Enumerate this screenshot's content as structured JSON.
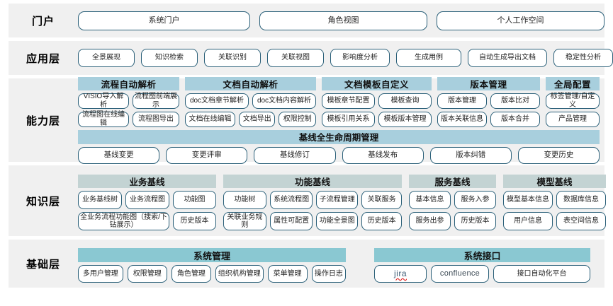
{
  "layers": {
    "portal": {
      "label": "门户",
      "items": [
        {
          "text": "系统门户"
        },
        {
          "text": "角色视图"
        },
        {
          "text": "个人工作空间"
        }
      ]
    },
    "application": {
      "label": "应用层",
      "items": [
        {
          "text": "全景展现"
        },
        {
          "text": "知识检索"
        },
        {
          "text": "关联识别"
        },
        {
          "text": "关联视图"
        },
        {
          "text": "影响度分析"
        },
        {
          "text": "生成用例"
        },
        {
          "text": "自动生成导出文档"
        },
        {
          "text": "稳定性分析"
        }
      ]
    },
    "capability": {
      "label": "能力层",
      "groups": [
        {
          "title": "流程自动解析",
          "rows": [
            [
              {
                "text": "VISIO导入解析"
              },
              {
                "text": "流程图前端展示"
              }
            ],
            [
              {
                "text": "流程图在线编辑"
              },
              {
                "text": "流程图导出"
              }
            ]
          ]
        },
        {
          "title": "文档自动解析",
          "rows": [
            [
              {
                "text": "doc文档章节解析"
              },
              {
                "text": "doc文档内容解析"
              }
            ],
            [
              {
                "text": "文档在线编辑"
              },
              {
                "text": "文档导出"
              },
              {
                "text": "权限控制"
              }
            ]
          ]
        },
        {
          "title": "文档模板自定义",
          "rows": [
            [
              {
                "text": "模板章节配置"
              },
              {
                "text": "模板查询"
              }
            ],
            [
              {
                "text": "模板引用关系"
              },
              {
                "text": "模板版本管理"
              }
            ]
          ]
        },
        {
          "title": "版本管理",
          "rows": [
            [
              {
                "text": "版本管理"
              },
              {
                "text": "版本比对"
              }
            ],
            [
              {
                "text": "版本关联信息"
              },
              {
                "text": "版本合并"
              }
            ]
          ]
        },
        {
          "title": "全局配置",
          "rows": [
            [
              {
                "text": "标签管理/自定义"
              }
            ],
            [
              {
                "text": "产品管理"
              }
            ]
          ]
        }
      ],
      "baseline": {
        "title": "基线全生命周期管理",
        "items": [
          {
            "text": "基线变更"
          },
          {
            "text": "变更评审"
          },
          {
            "text": "基线修订"
          },
          {
            "text": "基线发布"
          },
          {
            "text": "版本纠错"
          },
          {
            "text": "变更历史"
          }
        ]
      }
    },
    "knowledge": {
      "label": "知识层",
      "groups": [
        {
          "title": "业务基线",
          "rows": [
            [
              {
                "text": "业务基线树"
              },
              {
                "text": "业务流程图"
              },
              {
                "text": "功能图"
              }
            ],
            [
              {
                "text": "全业务流程功能图（搜索/下钻展示）"
              },
              {
                "text": "历史版本"
              }
            ]
          ]
        },
        {
          "title": "功能基线",
          "rows": [
            [
              {
                "text": "功能树"
              },
              {
                "text": "系统流程图"
              },
              {
                "text": "子流程管理"
              },
              {
                "text": "关联服务"
              }
            ],
            [
              {
                "text": "关联业务规则"
              },
              {
                "text": "属性可配置"
              },
              {
                "text": "功能全景图"
              },
              {
                "text": "历史版本"
              }
            ]
          ]
        },
        {
          "title": "服务基线",
          "rows": [
            [
              {
                "text": "基本信息"
              },
              {
                "text": "服务入参"
              }
            ],
            [
              {
                "text": "服务出参"
              },
              {
                "text": "历史版本"
              }
            ]
          ]
        },
        {
          "title": "模型基线",
          "rows": [
            [
              {
                "text": "模型基本信息"
              },
              {
                "text": "数据库信息"
              }
            ],
            [
              {
                "text": "用户信息"
              },
              {
                "text": "表空间信息"
              }
            ]
          ]
        }
      ]
    },
    "infrastructure": {
      "label": "基础层",
      "groups": [
        {
          "title": "系统管理",
          "items": [
            {
              "text": "多用户管理"
            },
            {
              "text": "权限管理"
            },
            {
              "text": "角色管理"
            },
            {
              "text": "组织机构管理"
            },
            {
              "text": "菜单管理"
            },
            {
              "text": "操作日志"
            }
          ]
        },
        {
          "title": "系统接口",
          "items": [
            {
              "text": "jira"
            },
            {
              "text": "confluence"
            },
            {
              "text": "接口自动化平台"
            }
          ]
        }
      ]
    }
  },
  "colors": {
    "band_bg": "#f0f0f0",
    "pill_border": "#2b6079",
    "cap_head": "#a8cfdd",
    "kn_head": "#c3d3d3",
    "inf_head": "#8ac8d2"
  }
}
